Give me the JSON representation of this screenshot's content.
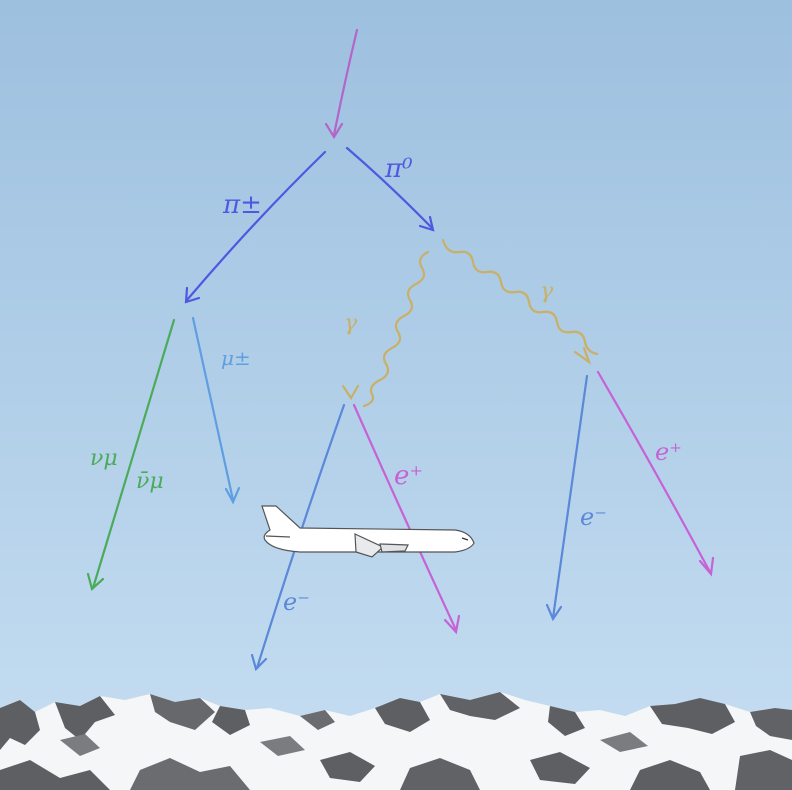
{
  "labels": {
    "pi_pm": "π±",
    "pi_0": "π⁰",
    "gamma_left": "γ",
    "gamma_right": "γ",
    "nu_mu": "νμ",
    "nu_mu_bar": "ν̄μ",
    "mu_pm": "μ±",
    "e_plus_left": "e⁺",
    "e_minus_left": "e⁻",
    "e_plus_right": "e⁺",
    "e_minus_right": "e⁻"
  },
  "colors": {
    "sky_top": "#9dc0df",
    "sky_bottom": "#c2dcf1",
    "primary": "#b266c8",
    "pion": "#4f58e0",
    "photon": "#c9b066",
    "neutrino": "#4aab5a",
    "muon": "#5f9ee0",
    "electron": "#5b88d8",
    "positron": "#c563d6",
    "snow": "#f4f6f8",
    "rock": "#5d5f62"
  },
  "icons": {
    "airplane": "airplane-icon",
    "mountains": "mountain-range"
  }
}
